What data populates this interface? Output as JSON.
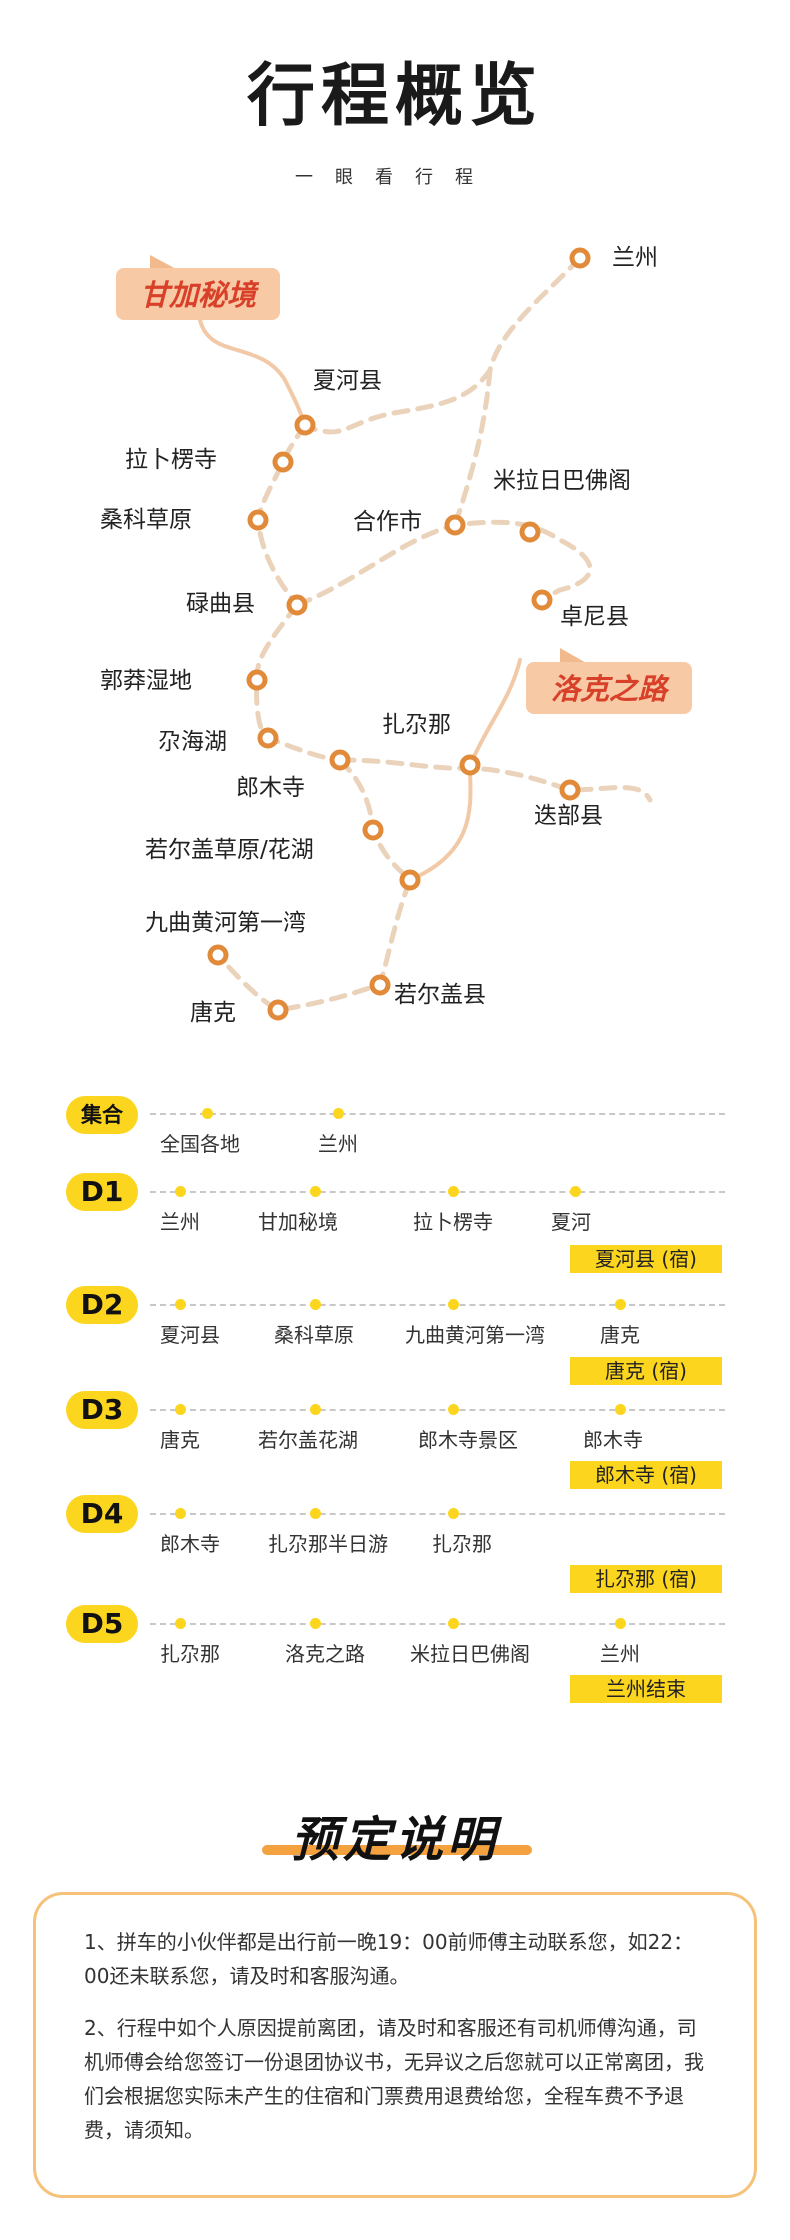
{
  "header": {
    "title": "行程概览",
    "subtitle": "一眼看行程"
  },
  "colors": {
    "accent_yellow": "#fcd51f",
    "route_dash": "#ead3ba",
    "node_orange": "#e08a3a",
    "banner_bg": "#f8c9a5",
    "banner_text": "#d8402a",
    "box_border": "#f6c27a",
    "underline": "#f4a13f"
  },
  "map": {
    "cities": [
      "兰州",
      "夏河县",
      "拉卜楞寺",
      "桑科草原",
      "合作市",
      "米拉日巴佛阁",
      "卓尼县",
      "碌曲县",
      "郭莽湿地",
      "尕海湖",
      "郎木寺",
      "扎尕那",
      "迭部县",
      "若尔盖草原/花湖",
      "九曲黄河第一湾",
      "唐克",
      "若尔盖县"
    ],
    "banners": [
      "甘加秘境",
      "洛克之路"
    ]
  },
  "itinerary": [
    {
      "day": "集合",
      "stops": [
        "全国各地",
        "兰州"
      ],
      "stay": ""
    },
    {
      "day": "D1",
      "stops": [
        "兰州",
        "甘加秘境",
        "拉卜楞寺",
        "夏河"
      ],
      "stay": "夏河县 (宿)"
    },
    {
      "day": "D2",
      "stops": [
        "夏河县",
        "桑科草原",
        "九曲黄河第一湾",
        "唐克"
      ],
      "stay": "唐克 (宿)"
    },
    {
      "day": "D3",
      "stops": [
        "唐克",
        "若尔盖花湖",
        "郎木寺景区",
        "郎木寺"
      ],
      "stay": "郎木寺 (宿)"
    },
    {
      "day": "D4",
      "stops": [
        "郎木寺",
        "扎尕那半日游",
        "扎尕那"
      ],
      "stay": "扎尕那 (宿)"
    },
    {
      "day": "D5",
      "stops": [
        "扎尕那",
        "洛克之路",
        "米拉日巴佛阁",
        "兰州"
      ],
      "stay": "兰州结束"
    }
  ],
  "notice": {
    "title": "预定说明",
    "items": [
      "1、拼车的小伙伴都是出行前一晚19：00前师傅主动联系您，如22：00还未联系您，请及时和客服沟通。",
      "2、行程中如个人原因提前离团，请及时和客服还有司机师傅沟通，司机师傅会给您签订一份退团协议书，无异议之后您就可以正常离团，我们会根据您实际未产生的住宿和门票费用退费给您，全程车费不予退费，请须知。"
    ]
  }
}
